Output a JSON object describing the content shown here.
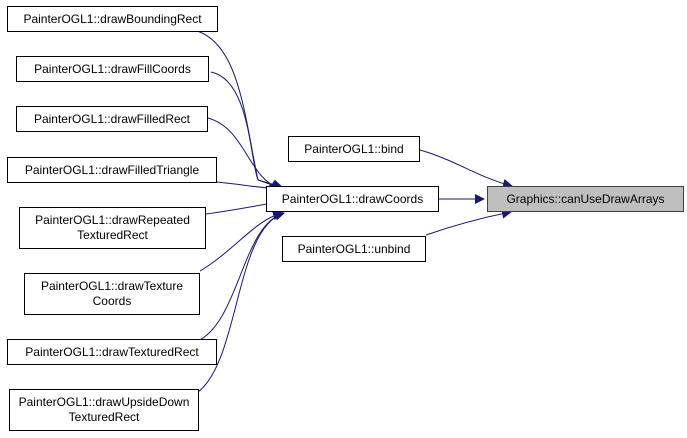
{
  "diagram": {
    "target": {
      "label": "Graphics::canUseDrawArrays"
    },
    "nodes": {
      "draw_coords": "PainterOGL1::drawCoords",
      "bind": "PainterOGL1::bind",
      "unbind": "PainterOGL1::unbind",
      "draw_bounding_rect": "PainterOGL1::drawBoundingRect",
      "draw_fill_coords": "PainterOGL1::drawFillCoords",
      "draw_filled_rect": "PainterOGL1::drawFilledRect",
      "draw_filled_triangle": "PainterOGL1::drawFilledTriangle",
      "draw_repeated_textured_rect": "PainterOGL1::drawRepeated\nTexturedRect",
      "draw_texture_coords": "PainterOGL1::drawTexture\nCoords",
      "draw_textured_rect": "PainterOGL1::drawTexturedRect",
      "draw_upside_down_textured_rect": "PainterOGL1::drawUpsideDown\nTexturedRect"
    },
    "edge_color": "#191970",
    "target_fill": "#bfbfbf"
  }
}
